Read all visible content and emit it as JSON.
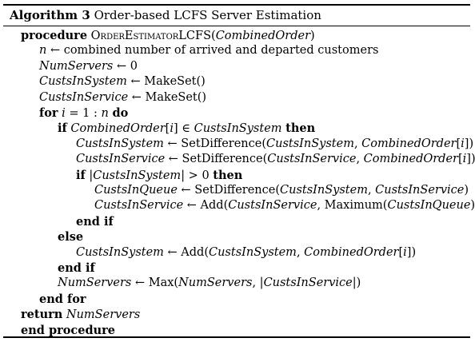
{
  "caption": {
    "label": "Algorithm 3",
    "title": "Order-based LCFS Server Estimation"
  },
  "lines": [
    {
      "indent": 0,
      "segs": [
        {
          "t": "procedure",
          "s": "kw"
        },
        {
          "t": " "
        },
        {
          "t": "OrderEstimatorLCFS",
          "s": "sc"
        },
        {
          "t": "("
        },
        {
          "t": "CombinedOrder",
          "s": "it"
        },
        {
          "t": ")"
        }
      ]
    },
    {
      "indent": 1,
      "segs": [
        {
          "t": "n",
          "s": "it"
        },
        {
          "t": " ← combined number of arrived and departed customers"
        }
      ]
    },
    {
      "indent": 1,
      "segs": [
        {
          "t": "NumServers",
          "s": "it"
        },
        {
          "t": " ← 0"
        }
      ]
    },
    {
      "indent": 1,
      "segs": [
        {
          "t": "CustsInSystem",
          "s": "it"
        },
        {
          "t": " ← MakeSet()"
        }
      ]
    },
    {
      "indent": 1,
      "segs": [
        {
          "t": "CustsInService",
          "s": "it"
        },
        {
          "t": " ← MakeSet()"
        }
      ]
    },
    {
      "indent": 1,
      "segs": [
        {
          "t": "for",
          "s": "kw"
        },
        {
          "t": " "
        },
        {
          "t": "i",
          "s": "it"
        },
        {
          "t": " = 1 : "
        },
        {
          "t": "n",
          "s": "it"
        },
        {
          "t": " "
        },
        {
          "t": "do",
          "s": "kw"
        }
      ]
    },
    {
      "indent": 2,
      "segs": [
        {
          "t": "if",
          "s": "kw"
        },
        {
          "t": " "
        },
        {
          "t": "CombinedOrder",
          "s": "it"
        },
        {
          "t": "["
        },
        {
          "t": "i",
          "s": "it"
        },
        {
          "t": "] ∈ "
        },
        {
          "t": "CustsInSystem",
          "s": "it"
        },
        {
          "t": " "
        },
        {
          "t": "then",
          "s": "kw"
        }
      ]
    },
    {
      "indent": 3,
      "segs": [
        {
          "t": "CustsInSystem",
          "s": "it"
        },
        {
          "t": " ← SetDifference("
        },
        {
          "t": "CustsInSystem",
          "s": "it"
        },
        {
          "t": ", "
        },
        {
          "t": "CombinedOrder",
          "s": "it"
        },
        {
          "t": "["
        },
        {
          "t": "i",
          "s": "it"
        },
        {
          "t": "])"
        }
      ]
    },
    {
      "indent": 3,
      "segs": [
        {
          "t": "CustsInService",
          "s": "it"
        },
        {
          "t": " ← SetDifference("
        },
        {
          "t": "CustsInService",
          "s": "it"
        },
        {
          "t": ", "
        },
        {
          "t": "CombinedOrder",
          "s": "it"
        },
        {
          "t": "["
        },
        {
          "t": "i",
          "s": "it"
        },
        {
          "t": "])"
        }
      ]
    },
    {
      "indent": 3,
      "segs": [
        {
          "t": "if",
          "s": "kw"
        },
        {
          "t": " |"
        },
        {
          "t": "CustsInSystem",
          "s": "it"
        },
        {
          "t": "| > 0 "
        },
        {
          "t": "then",
          "s": "kw"
        }
      ]
    },
    {
      "indent": 4,
      "segs": [
        {
          "t": "CustsInQueue",
          "s": "it"
        },
        {
          "t": " ← SetDifference("
        },
        {
          "t": "CustsInSystem",
          "s": "it"
        },
        {
          "t": ", "
        },
        {
          "t": "CustsInService",
          "s": "it"
        },
        {
          "t": ")"
        }
      ]
    },
    {
      "indent": 4,
      "segs": [
        {
          "t": "CustsInService",
          "s": "it"
        },
        {
          "t": " ← Add("
        },
        {
          "t": "CustsInService",
          "s": "it"
        },
        {
          "t": ", Maximum("
        },
        {
          "t": "CustsInQueue",
          "s": "it"
        },
        {
          "t": "))"
        }
      ]
    },
    {
      "indent": 3,
      "segs": [
        {
          "t": "end if",
          "s": "kw"
        }
      ]
    },
    {
      "indent": 2,
      "segs": [
        {
          "t": "else",
          "s": "kw"
        }
      ]
    },
    {
      "indent": 3,
      "segs": [
        {
          "t": "CustsInSystem",
          "s": "it"
        },
        {
          "t": " ← Add("
        },
        {
          "t": "CustsInSystem",
          "s": "it"
        },
        {
          "t": ", "
        },
        {
          "t": "CombinedOrder",
          "s": "it"
        },
        {
          "t": "["
        },
        {
          "t": "i",
          "s": "it"
        },
        {
          "t": "])"
        }
      ]
    },
    {
      "indent": 2,
      "segs": [
        {
          "t": "end if",
          "s": "kw"
        }
      ]
    },
    {
      "indent": 2,
      "segs": [
        {
          "t": "NumServers",
          "s": "it"
        },
        {
          "t": " ← Max("
        },
        {
          "t": "NumServers",
          "s": "it"
        },
        {
          "t": ", |"
        },
        {
          "t": "CustsInService",
          "s": "it"
        },
        {
          "t": "|)"
        }
      ]
    },
    {
      "indent": 1,
      "segs": [
        {
          "t": "end for",
          "s": "kw"
        }
      ]
    },
    {
      "indent": 0,
      "segs": [
        {
          "t": "return",
          "s": "kw"
        },
        {
          "t": " "
        },
        {
          "t": "NumServers",
          "s": "it"
        }
      ]
    },
    {
      "indent": 0,
      "segs": [
        {
          "t": "end procedure",
          "s": "kw"
        }
      ]
    }
  ]
}
